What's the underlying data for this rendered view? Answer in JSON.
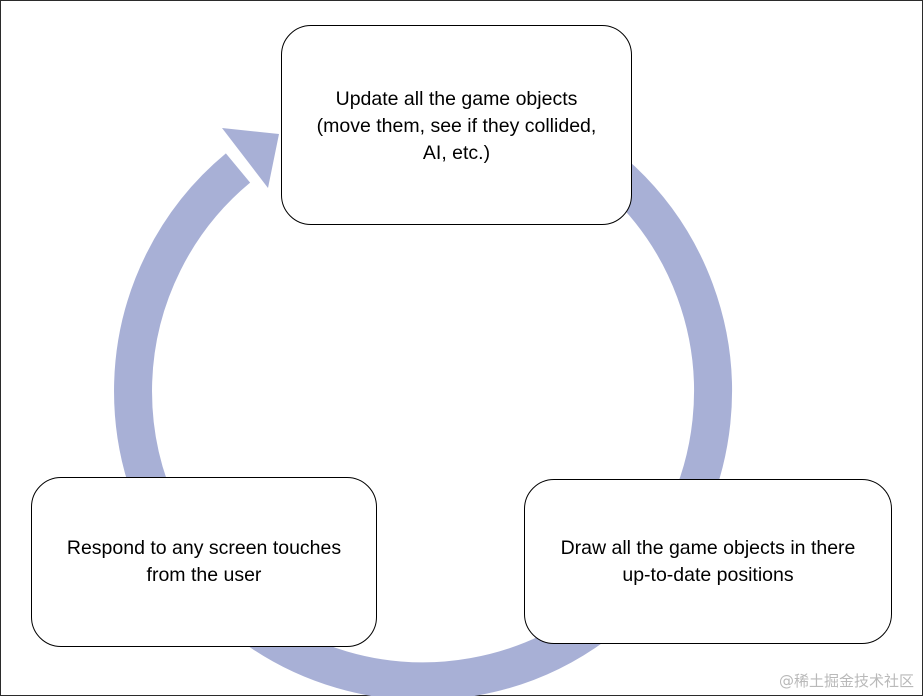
{
  "colors": {
    "arrow": "#a8b0d6",
    "border": "#000000",
    "text": "#000000",
    "watermark": "#b9b9b9"
  },
  "steps": {
    "update": {
      "lines": [
        "Update all the game objects",
        "(move them, see if they collided,",
        "AI, etc.)"
      ]
    },
    "draw": {
      "lines": [
        "Draw all the game objects in there",
        "up-to-date positions"
      ]
    },
    "respond": {
      "lines": [
        "Respond to any screen touches",
        "from the user"
      ]
    }
  },
  "watermark": "@稀土掘金技术社区"
}
